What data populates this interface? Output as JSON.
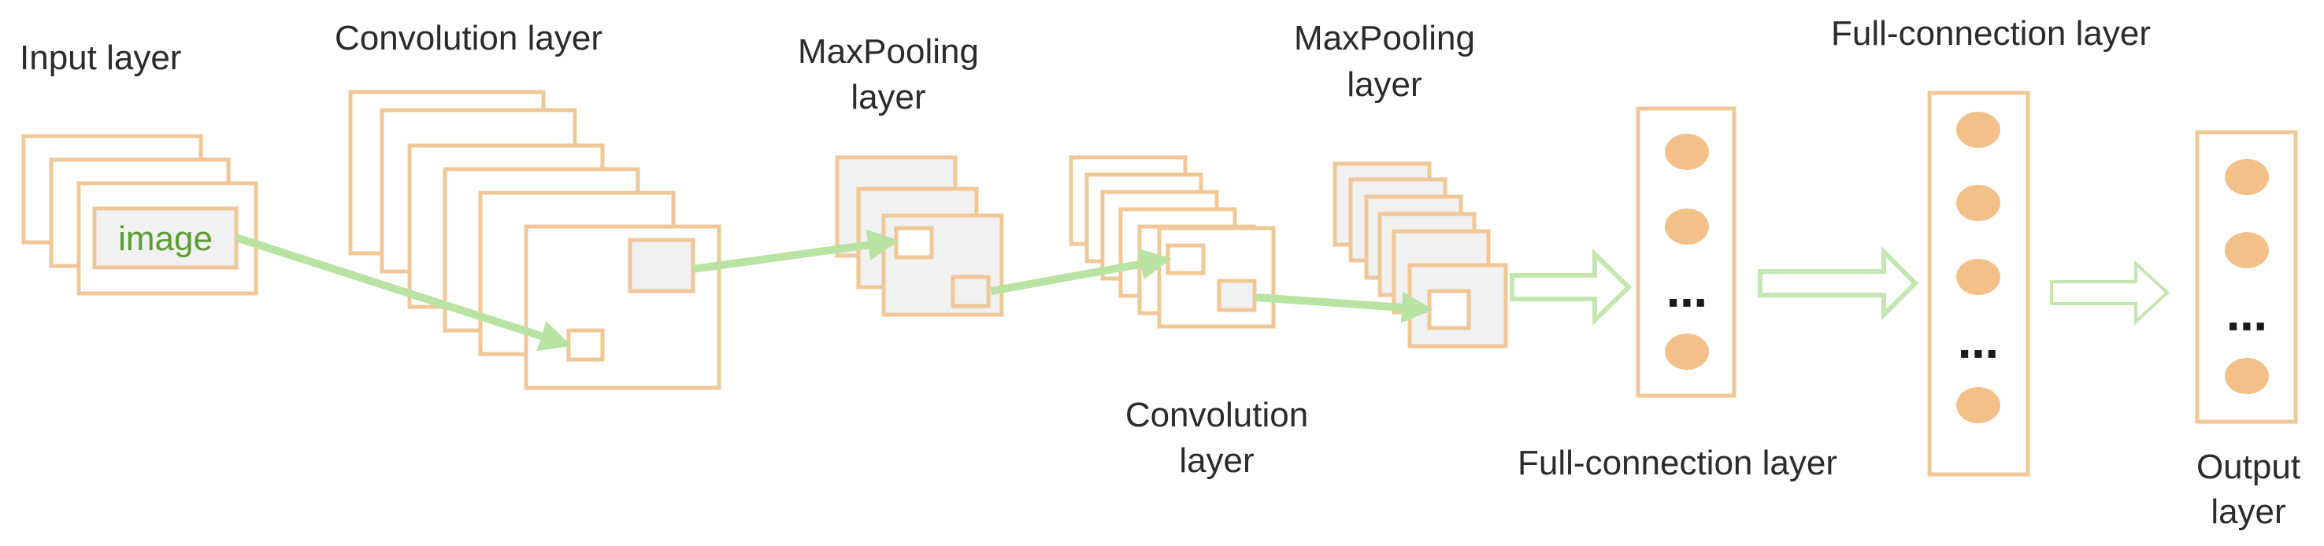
{
  "colors": {
    "frame": "#f0c898",
    "fill_white": "#ffffff",
    "fill_grey": "#f1f1f1",
    "arrow": "#b9e3a3",
    "arrow_outline": "#c4e6b0",
    "node": "#f4c08a",
    "image_text": "#5a9e33"
  },
  "labels": {
    "input_layer": "Input layer",
    "conv1": "Convolution layer",
    "pool1_line1": "MaxPooling",
    "pool1_line2": "layer",
    "pool2_line1": "MaxPooling",
    "pool2_line2": "layer",
    "conv2_line1": "Convolution",
    "conv2_line2": "layer",
    "fc1": "Full-connection layer",
    "fc2": "Full-connection layer",
    "output_line1": "Output",
    "output_line2": "layer",
    "image": "image",
    "ellipsis": "⋯"
  }
}
